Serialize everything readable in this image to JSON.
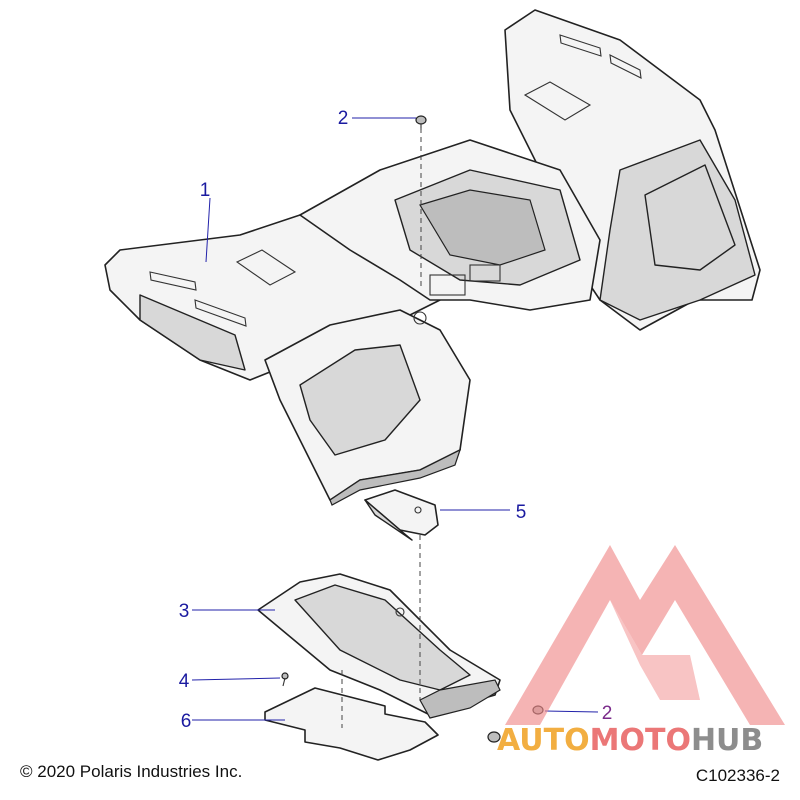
{
  "callouts": [
    {
      "id": "1",
      "label": "1"
    },
    {
      "id": "2a",
      "label": "2"
    },
    {
      "id": "2b",
      "label": "2"
    },
    {
      "id": "3",
      "label": "3"
    },
    {
      "id": "4",
      "label": "4"
    },
    {
      "id": "5",
      "label": "5"
    },
    {
      "id": "6",
      "label": "6"
    }
  ],
  "copyright": "© 2020 Polaris Industries Inc.",
  "figure_code": "C102336-2",
  "watermark": {
    "text_part1": "AUTO",
    "text_part2": "MOTO",
    "text_part3": "HUB",
    "colors": {
      "logo": "#f08a8a",
      "auto": "#f0a020",
      "moto": "#e86060",
      "hub": "#7a7a7a"
    }
  }
}
